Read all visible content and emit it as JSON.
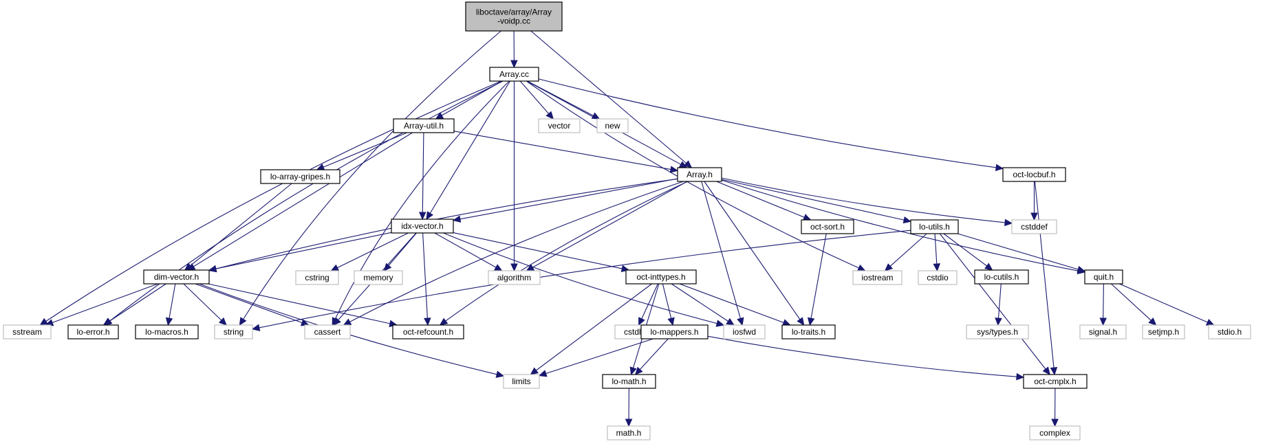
{
  "title": "Include dependency graph for liboctave/array/Array-voidp.cc",
  "colors": {
    "edge": "#191970",
    "root_fill": "#bfbfbf",
    "documented_border": "#000000",
    "external_border": "#bfbfbf",
    "node_fill": "#ffffff"
  },
  "nodes": [
    {
      "id": "root",
      "lines": [
        "liboctave/array/Array",
        "-voidp.cc"
      ],
      "kind": "root"
    },
    {
      "id": "array_cc",
      "lines": [
        "Array.cc"
      ],
      "kind": "documented"
    },
    {
      "id": "array_util_h",
      "lines": [
        "Array-util.h"
      ],
      "kind": "documented"
    },
    {
      "id": "vector",
      "lines": [
        "vector"
      ],
      "kind": "external"
    },
    {
      "id": "new",
      "lines": [
        "new"
      ],
      "kind": "external"
    },
    {
      "id": "lo_array_gripes_h",
      "lines": [
        "lo-array-gripes.h"
      ],
      "kind": "documented"
    },
    {
      "id": "array_h",
      "lines": [
        "Array.h"
      ],
      "kind": "documented"
    },
    {
      "id": "oct_locbuf_h",
      "lines": [
        "oct-locbuf.h"
      ],
      "kind": "documented"
    },
    {
      "id": "cstddef",
      "lines": [
        "cstddef"
      ],
      "kind": "external"
    },
    {
      "id": "idx_vector_h",
      "lines": [
        "idx-vector.h"
      ],
      "kind": "documented"
    },
    {
      "id": "oct_sort_h",
      "lines": [
        "oct-sort.h"
      ],
      "kind": "documented"
    },
    {
      "id": "lo_utils_h",
      "lines": [
        "lo-utils.h"
      ],
      "kind": "documented"
    },
    {
      "id": "dim_vector_h",
      "lines": [
        "dim-vector.h"
      ],
      "kind": "documented"
    },
    {
      "id": "cstring",
      "lines": [
        "cstring"
      ],
      "kind": "external"
    },
    {
      "id": "memory",
      "lines": [
        "memory"
      ],
      "kind": "external"
    },
    {
      "id": "algorithm",
      "lines": [
        "algorithm"
      ],
      "kind": "external"
    },
    {
      "id": "oct_inttypes_h",
      "lines": [
        "oct-inttypes.h"
      ],
      "kind": "documented"
    },
    {
      "id": "iostream",
      "lines": [
        "iostream"
      ],
      "kind": "external"
    },
    {
      "id": "cstdio",
      "lines": [
        "cstdio"
      ],
      "kind": "external"
    },
    {
      "id": "lo_cutils_h",
      "lines": [
        "lo-cutils.h"
      ],
      "kind": "documented"
    },
    {
      "id": "quit_h",
      "lines": [
        "quit.h"
      ],
      "kind": "documented"
    },
    {
      "id": "sstream",
      "lines": [
        "sstream"
      ],
      "kind": "external"
    },
    {
      "id": "lo_error_h",
      "lines": [
        "lo-error.h"
      ],
      "kind": "documented"
    },
    {
      "id": "lo_macros_h",
      "lines": [
        "lo-macros.h"
      ],
      "kind": "documented"
    },
    {
      "id": "string",
      "lines": [
        "string"
      ],
      "kind": "external"
    },
    {
      "id": "cassert",
      "lines": [
        "cassert"
      ],
      "kind": "external"
    },
    {
      "id": "oct_refcount_h",
      "lines": [
        "oct-refcount.h"
      ],
      "kind": "documented"
    },
    {
      "id": "cstdlib",
      "lines": [
        "cstdlib"
      ],
      "kind": "external"
    },
    {
      "id": "lo_mappers_h",
      "lines": [
        "lo-mappers.h"
      ],
      "kind": "documented"
    },
    {
      "id": "iosfwd",
      "lines": [
        "iosfwd"
      ],
      "kind": "external"
    },
    {
      "id": "lo_traits_h",
      "lines": [
        "lo-traits.h"
      ],
      "kind": "documented"
    },
    {
      "id": "sys_types_h",
      "lines": [
        "sys/types.h"
      ],
      "kind": "external"
    },
    {
      "id": "signal_h",
      "lines": [
        "signal.h"
      ],
      "kind": "external"
    },
    {
      "id": "setjmp_h",
      "lines": [
        "setjmp.h"
      ],
      "kind": "external"
    },
    {
      "id": "stdio_h",
      "lines": [
        "stdio.h"
      ],
      "kind": "external"
    },
    {
      "id": "limits",
      "lines": [
        "limits"
      ],
      "kind": "external"
    },
    {
      "id": "lo_math_h",
      "lines": [
        "lo-math.h"
      ],
      "kind": "documented"
    },
    {
      "id": "oct_cmplx_h",
      "lines": [
        "oct-cmplx.h"
      ],
      "kind": "documented"
    },
    {
      "id": "math_h",
      "lines": [
        "math.h"
      ],
      "kind": "external"
    },
    {
      "id": "complex",
      "lines": [
        "complex"
      ],
      "kind": "external"
    }
  ],
  "edges": [
    [
      "root",
      "array_cc"
    ],
    [
      "root",
      "string"
    ],
    [
      "root",
      "array_h"
    ],
    [
      "array_cc",
      "array_util_h"
    ],
    [
      "array_cc",
      "vector"
    ],
    [
      "array_cc",
      "new"
    ],
    [
      "array_cc",
      "array_h"
    ],
    [
      "array_cc",
      "oct_locbuf_h"
    ],
    [
      "array_cc",
      "idx_vector_h"
    ],
    [
      "array_cc",
      "algorithm"
    ],
    [
      "array_cc",
      "sstream"
    ],
    [
      "array_cc",
      "lo_error_h"
    ],
    [
      "array_cc",
      "cassert"
    ],
    [
      "array_cc",
      "iostream"
    ],
    [
      "array_util_h",
      "lo_array_gripes_h"
    ],
    [
      "array_util_h",
      "array_h"
    ],
    [
      "array_util_h",
      "idx_vector_h"
    ],
    [
      "array_util_h",
      "dim_vector_h"
    ],
    [
      "lo_array_gripes_h",
      "dim_vector_h"
    ],
    [
      "array_h",
      "idx_vector_h"
    ],
    [
      "array_h",
      "dim_vector_h"
    ],
    [
      "array_h",
      "oct_sort_h"
    ],
    [
      "array_h",
      "lo_utils_h"
    ],
    [
      "array_h",
      "cstddef"
    ],
    [
      "array_h",
      "quit_h"
    ],
    [
      "array_h",
      "algorithm"
    ],
    [
      "array_h",
      "cassert"
    ],
    [
      "array_h",
      "oct_refcount_h"
    ],
    [
      "array_h",
      "iosfwd"
    ],
    [
      "array_h",
      "lo_traits_h"
    ],
    [
      "oct_locbuf_h",
      "cstddef"
    ],
    [
      "oct_locbuf_h",
      "oct_cmplx_h"
    ],
    [
      "idx_vector_h",
      "dim_vector_h"
    ],
    [
      "idx_vector_h",
      "cstring"
    ],
    [
      "idx_vector_h",
      "memory"
    ],
    [
      "idx_vector_h",
      "algorithm"
    ],
    [
      "idx_vector_h",
      "oct_inttypes_h"
    ],
    [
      "idx_vector_h",
      "oct_refcount_h"
    ],
    [
      "idx_vector_h",
      "iosfwd"
    ],
    [
      "idx_vector_h",
      "cassert"
    ],
    [
      "oct_sort_h",
      "lo_traits_h"
    ],
    [
      "lo_utils_h",
      "iostream"
    ],
    [
      "lo_utils_h",
      "cstdio"
    ],
    [
      "lo_utils_h",
      "lo_cutils_h"
    ],
    [
      "lo_utils_h",
      "quit_h"
    ],
    [
      "lo_utils_h",
      "string"
    ],
    [
      "lo_utils_h",
      "oct_cmplx_h"
    ],
    [
      "dim_vector_h",
      "sstream"
    ],
    [
      "dim_vector_h",
      "lo_error_h"
    ],
    [
      "dim_vector_h",
      "lo_macros_h"
    ],
    [
      "dim_vector_h",
      "string"
    ],
    [
      "dim_vector_h",
      "cassert"
    ],
    [
      "dim_vector_h",
      "oct_refcount_h"
    ],
    [
      "dim_vector_h",
      "limits"
    ],
    [
      "oct_inttypes_h",
      "cstdlib"
    ],
    [
      "oct_inttypes_h",
      "lo_mappers_h"
    ],
    [
      "oct_inttypes_h",
      "iosfwd"
    ],
    [
      "oct_inttypes_h",
      "lo_traits_h"
    ],
    [
      "oct_inttypes_h",
      "limits"
    ],
    [
      "oct_inttypes_h",
      "lo_math_h"
    ],
    [
      "lo_cutils_h",
      "sys_types_h"
    ],
    [
      "quit_h",
      "signal_h"
    ],
    [
      "quit_h",
      "setjmp_h"
    ],
    [
      "quit_h",
      "stdio_h"
    ],
    [
      "lo_mappers_h",
      "limits"
    ],
    [
      "lo_mappers_h",
      "lo_math_h"
    ],
    [
      "lo_mappers_h",
      "oct_cmplx_h"
    ],
    [
      "lo_math_h",
      "math_h"
    ],
    [
      "oct_cmplx_h",
      "complex"
    ]
  ]
}
